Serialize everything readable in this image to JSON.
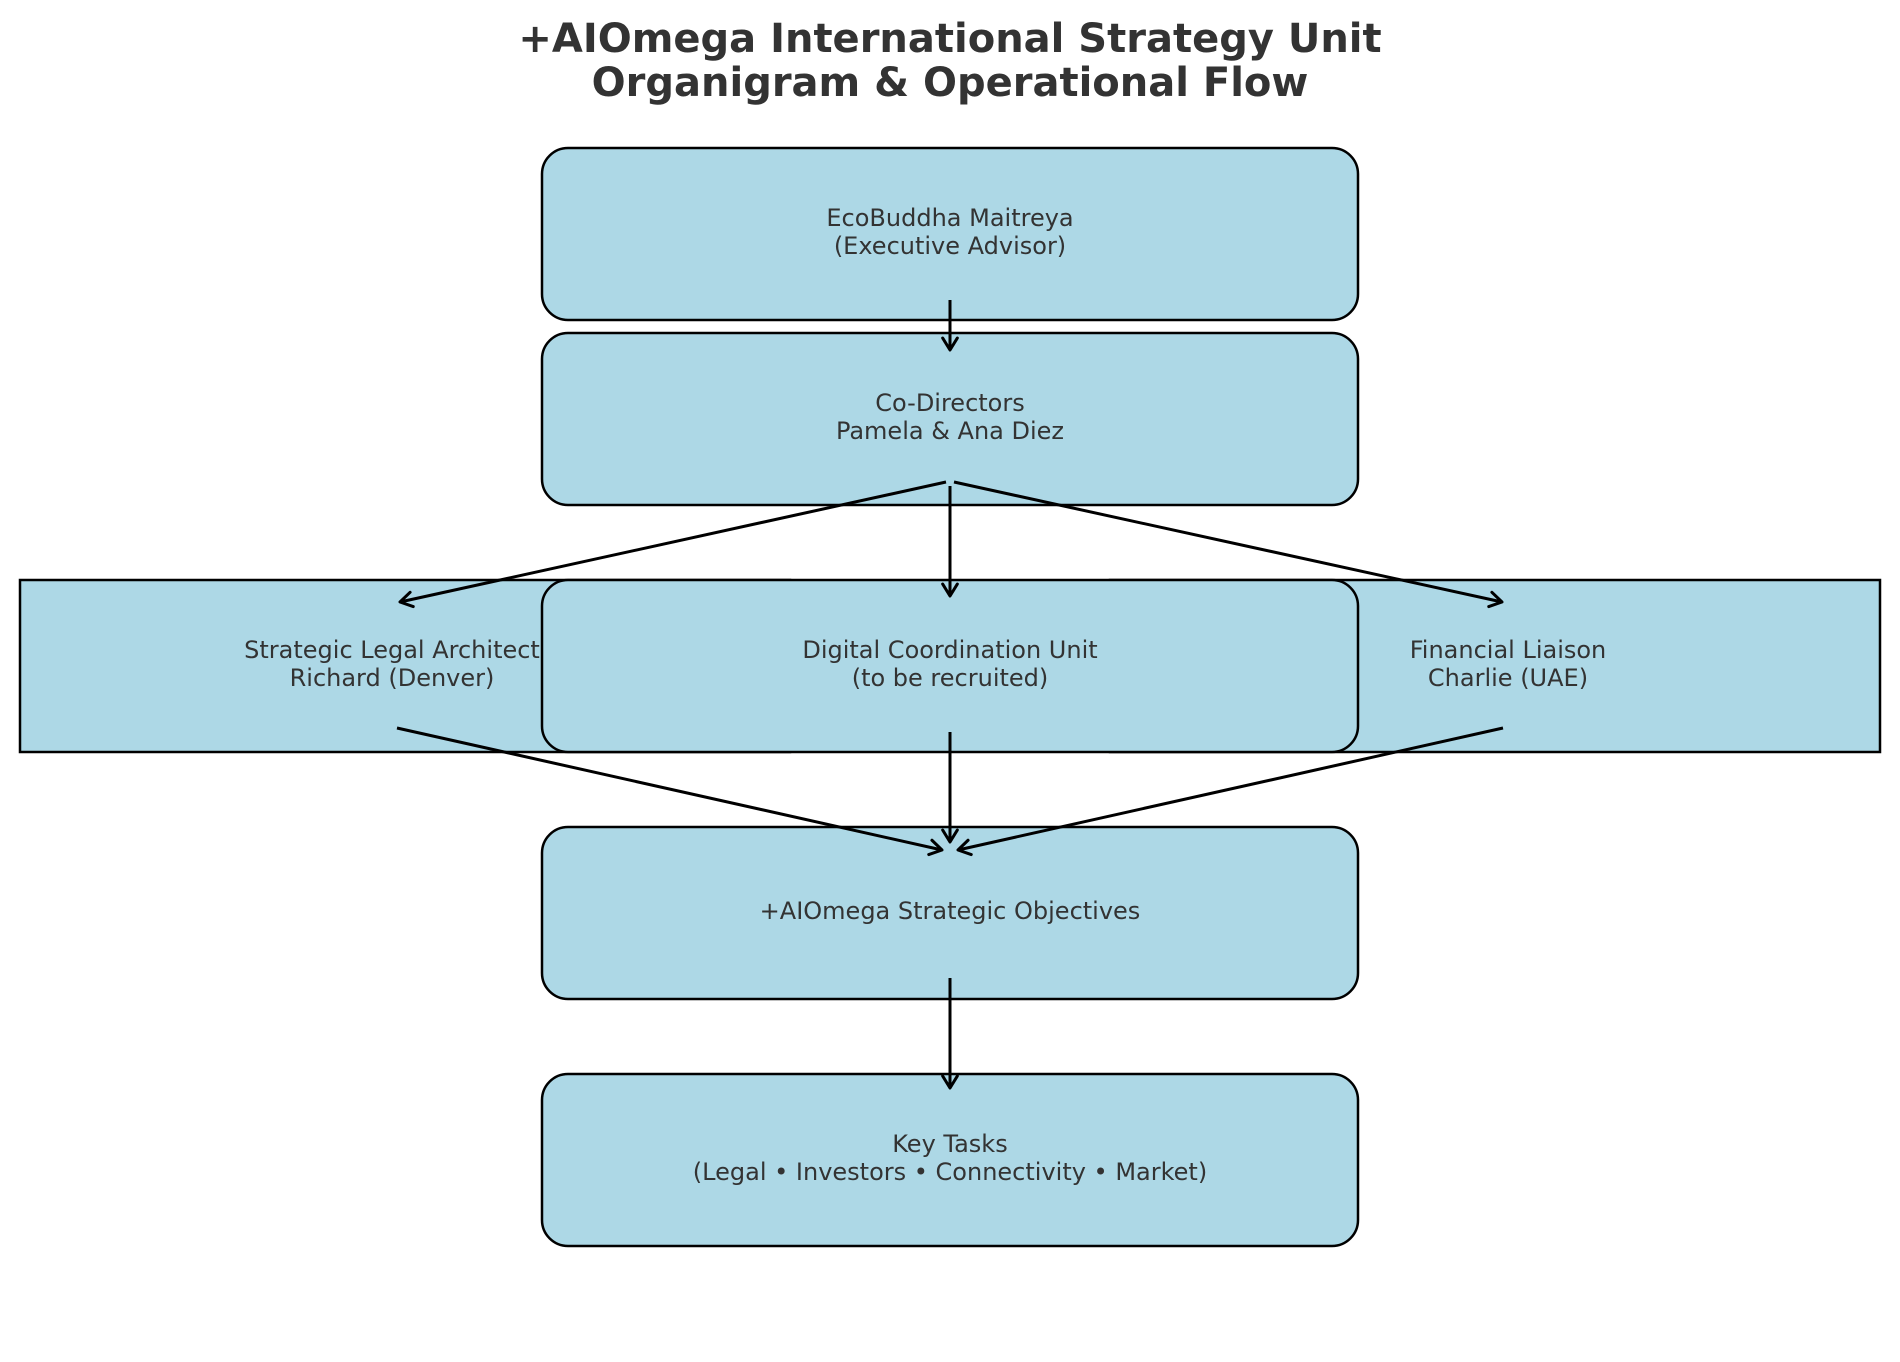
{
  "diagram": {
    "title_lines": [
      "+AIOmega International Strategy Unit",
      "Organigram & Operational Flow"
    ],
    "colors": {
      "node_fill": "#add8e6",
      "node_stroke": "#000000",
      "text": "#333333",
      "edge": "#000000"
    },
    "nodes": [
      {
        "id": "executive-advisor",
        "lines": [
          "EcoBuddha Maitreya",
          "(Executive Advisor)"
        ]
      },
      {
        "id": "co-directors",
        "lines": [
          "Co-Directors",
          "Pamela & Ana Diez"
        ]
      },
      {
        "id": "legal-architect",
        "lines": [
          "Strategic Legal Architect",
          "Richard (Denver)"
        ]
      },
      {
        "id": "digital-coordination",
        "lines": [
          "Digital Coordination Unit",
          "(to be recruited)"
        ]
      },
      {
        "id": "financial-liaison",
        "lines": [
          "Financial Liaison",
          "Charlie (UAE)"
        ]
      },
      {
        "id": "strategic-objectives",
        "lines": [
          "+AIOmega Strategic Objectives"
        ]
      },
      {
        "id": "key-tasks",
        "lines": [
          "Key Tasks",
          "(Legal • Investors • Connectivity • Market)"
        ]
      }
    ],
    "edges": [
      {
        "from": "executive-advisor",
        "to": "co-directors"
      },
      {
        "from": "co-directors",
        "to": "legal-architect"
      },
      {
        "from": "co-directors",
        "to": "digital-coordination"
      },
      {
        "from": "co-directors",
        "to": "financial-liaison"
      },
      {
        "from": "legal-architect",
        "to": "strategic-objectives"
      },
      {
        "from": "digital-coordination",
        "to": "strategic-objectives"
      },
      {
        "from": "financial-liaison",
        "to": "strategic-objectives"
      },
      {
        "from": "strategic-objectives",
        "to": "key-tasks"
      }
    ]
  }
}
